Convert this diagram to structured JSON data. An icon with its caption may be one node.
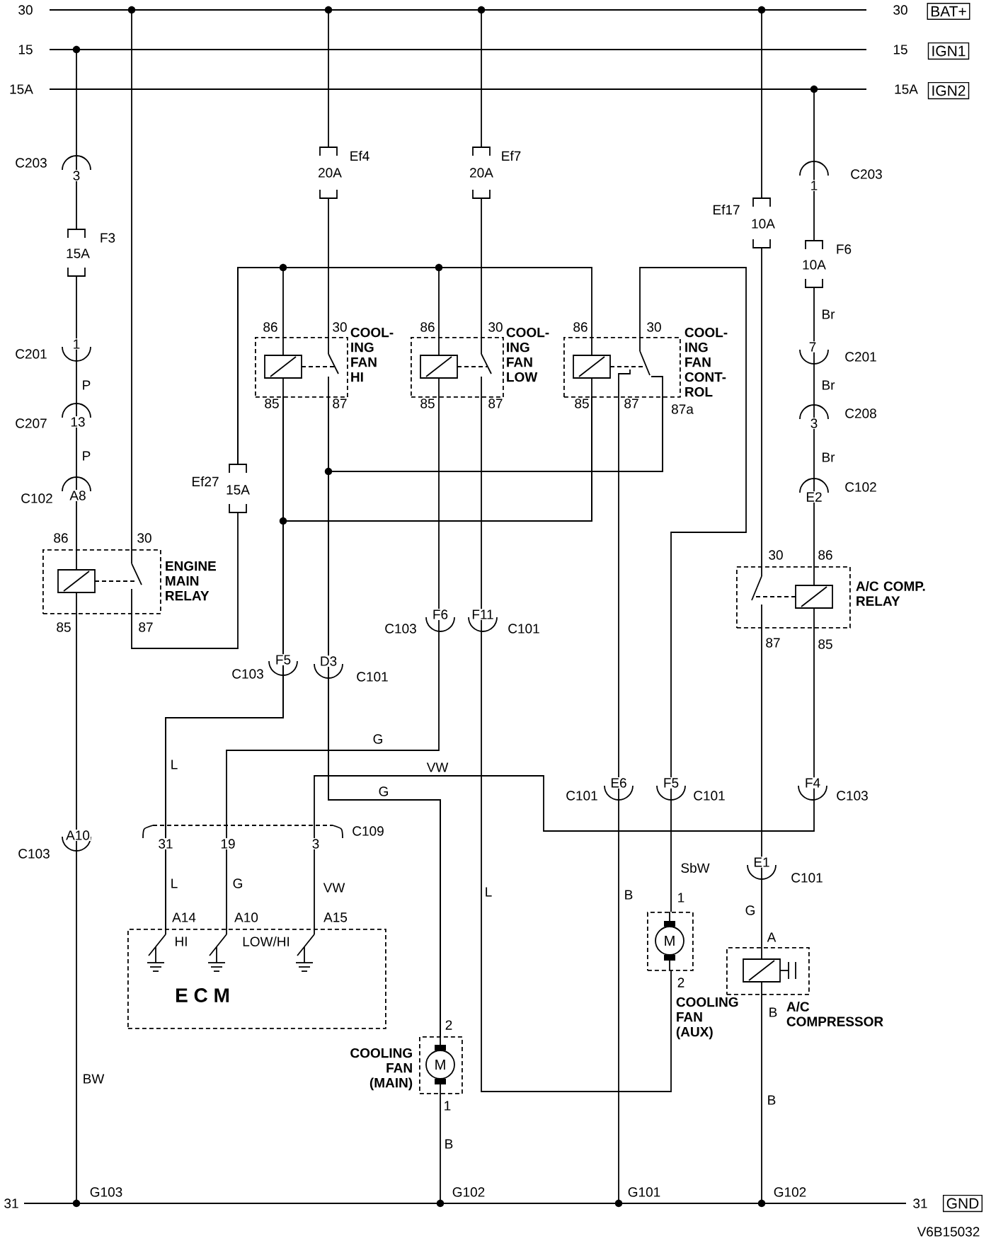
{
  "diagram": {
    "nodes": [
      {
        "text": [
          "BAT+"
        ],
        "beside": [
          "30"
        ]
      },
      {
        "text": [
          "IGN1"
        ],
        "beside": [
          "15"
        ]
      },
      {
        "text": [
          "IGN2"
        ],
        "beside": [
          "15A"
        ]
      },
      {
        "text": [
          "COOL- ING FAN HI"
        ],
        "beside": [
          "86",
          "30",
          "85",
          "87"
        ]
      },
      {
        "text": [
          "COOL- ING FAN LOW"
        ],
        "beside": [
          "86",
          "30",
          "85",
          "87"
        ]
      },
      {
        "text": [
          "COOL- ING FAN CONT- ROL"
        ],
        "beside": [
          "86",
          "30",
          "85",
          "87",
          "87a"
        ]
      },
      {
        "text": [
          "ENGINE MAIN RELAY"
        ],
        "beside": [
          "86",
          "30",
          "85",
          "87"
        ]
      },
      {
        "text": [
          "A/C COMP. RELAY"
        ],
        "beside": [
          "30",
          "86",
          "87",
          "85"
        ]
      },
      {
        "text": [
          "E C M"
        ]
      },
      {
        "text": [
          "COOLING FAN (AUX)",
          "M"
        ],
        "beside": [
          "1",
          "2"
        ]
      },
      {
        "text": [
          "A/C COMPRESSOR"
        ],
        "beside": [
          "A",
          "B"
        ]
      },
      {
        "text": [
          "COOLING FAN (MAIN)",
          "M"
        ],
        "beside": [
          "2",
          "1"
        ]
      },
      {
        "text": [
          "GND"
        ]
      },
      {
        "text": [],
        "shape": "bar",
        "beside": [
          "30"
        ]
      },
      {
        "text": [],
        "shape": "bar",
        "beside": [
          "15"
        ]
      },
      {
        "text": [],
        "shape": "bar",
        "beside": [
          "15A"
        ]
      },
      {
        "text": [],
        "shape": "bar",
        "beside": [
          "31",
          "G103",
          "G102",
          "G101",
          "G102",
          "31"
        ]
      },
      {
        "text": [
          "20A",
          "Ef4"
        ]
      },
      {
        "text": [
          "20A",
          "Ef7"
        ]
      },
      {
        "text": [
          "10A",
          "Ef17"
        ]
      },
      {
        "text": [
          "15A",
          "F3"
        ]
      },
      {
        "text": [
          "10A",
          "F6"
        ]
      },
      {
        "text": [
          "15A",
          "Ef27"
        ]
      }
    ],
    "edges": [
      {
        "from": 3,
        "to": 8,
        "arrow": "none"
      },
      {
        "from": 4,
        "to": 8,
        "arrow": "none"
      },
      {
        "from": 7,
        "to": 8,
        "arrow": "none"
      },
      {
        "from": 3,
        "to": 11,
        "arrow": "none"
      },
      {
        "from": 4,
        "to": 9,
        "arrow": "none"
      },
      {
        "from": 5,
        "to": 9,
        "arrow": "none"
      },
      {
        "from": 7,
        "to": 10,
        "arrow": "none"
      },
      {
        "from": 5,
        "to": 3,
        "arrow": "none"
      },
      {
        "from": 5,
        "to": 3,
        "arrow": "none"
      },
      {
        "from": 5,
        "to": 8,
        "arrow": "none"
      },
      {
        "from": 5,
        "to": 11,
        "arrow": "none"
      },
      {
        "from": 6,
        "to": 22,
        "arrow": "none"
      },
      {
        "from": 22,
        "to": 3,
        "arrow": "none"
      },
      {
        "from": 22,
        "to": 4,
        "arrow": "none"
      },
      {
        "from": 22,
        "to": 5,
        "arrow": "none"
      },
      {
        "from": 13,
        "to": 6,
        "arrow": "none"
      },
      {
        "from": 13,
        "to": 17,
        "arrow": "none"
      },
      {
        "from": 17,
        "to": 3,
        "arrow": "none"
      },
      {
        "from": 13,
        "to": 18,
        "arrow": "none"
      },
      {
        "from": 18,
        "to": 4,
        "arrow": "none"
      },
      {
        "from": 13,
        "to": 19,
        "arrow": "none"
      },
      {
        "from": 19,
        "to": 7,
        "arrow": "none"
      },
      {
        "from": 14,
        "to": 20,
        "arrow": "none"
      },
      {
        "from": 20,
        "to": 6,
        "arrow": "none"
      },
      {
        "from": 15,
        "to": 21,
        "arrow": "none"
      },
      {
        "from": 21,
        "to": 7,
        "arrow": "none"
      },
      {
        "from": 6,
        "to": 16,
        "arrow": "none"
      },
      {
        "from": 11,
        "to": 16,
        "arrow": "none"
      },
      {
        "from": 5,
        "to": 16,
        "arrow": "none"
      },
      {
        "from": 10,
        "to": 16,
        "arrow": "none"
      }
    ],
    "labels": [
      "C203",
      "3",
      "1",
      "C203",
      "Br",
      "C201",
      "1",
      "7",
      "C201",
      "P",
      "Br",
      "C207",
      "13",
      "3",
      "C208",
      "P",
      "Br",
      "C102",
      "A8",
      "E2",
      "C102",
      "C103",
      "F6",
      "F11",
      "C101",
      "C103",
      "F5",
      "D3",
      "C101",
      "G",
      "L",
      "VW",
      "G",
      "C101",
      "E6",
      "F5",
      "C101",
      "F4",
      "C103",
      "C103",
      "A10",
      "31",
      "19",
      "3",
      "C109",
      "L",
      "G",
      "VW",
      "L",
      "B",
      "SbW",
      "E1",
      "C101",
      "G",
      "A14",
      "A10",
      "A15",
      "HI",
      "LOW/HI",
      "BW",
      "B",
      "B",
      "V6B15032"
    ]
  }
}
